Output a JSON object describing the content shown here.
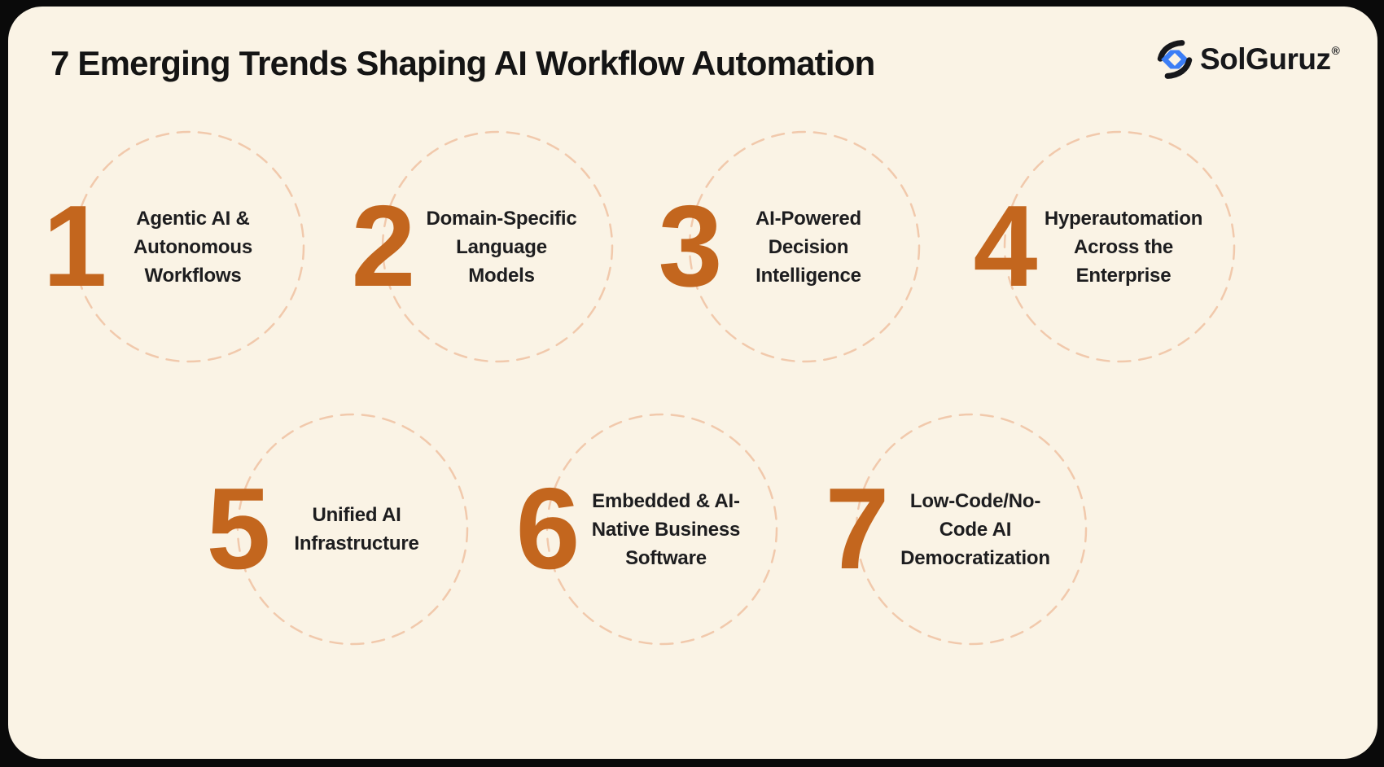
{
  "colors": {
    "frame_background": "#0A0A0A",
    "card_background": "#FAF3E5",
    "accent_orange": "#C3661E",
    "dashed_circle": "#F1C9AC",
    "heading_text": "#141414",
    "body_text": "#1D1D1F",
    "logo_blue": "#3C7EF6",
    "logo_black": "#16171B"
  },
  "header": {
    "title": "7 Emerging Trends Shaping AI Workflow Automation",
    "logo": {
      "icon": "solguruz-brackets-icon",
      "brand": "SolGuruz",
      "registered_mark": "®"
    }
  },
  "trends": [
    {
      "number": "1",
      "label": "Agentic AI &\nAutonomous\nWorkflows"
    },
    {
      "number": "2",
      "label": "Domain-Specific\nLanguage\nModels"
    },
    {
      "number": "3",
      "label": "AI-Powered\nDecision\nIntelligence"
    },
    {
      "number": "4",
      "label": "Hyperautomation\nAcross the\nEnterprise"
    },
    {
      "number": "5",
      "label": "Unified AI\nInfrastructure"
    },
    {
      "number": "6",
      "label": "Embedded & AI-\nNative Business\nSoftware"
    },
    {
      "number": "7",
      "label": "Low-Code/No-\nCode AI\nDemocratization"
    }
  ]
}
